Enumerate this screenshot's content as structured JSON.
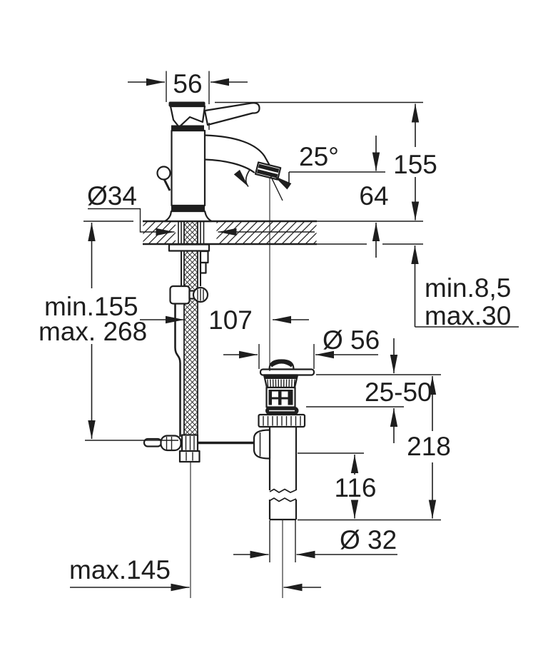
{
  "drawing": {
    "background": "#ffffff",
    "line_color": "#1e1e1e",
    "labels": {
      "spout_width": "56",
      "spout_angle": "25°",
      "total_height": "155",
      "outlet_height": "64",
      "hole_diameter": "Ø34",
      "hose_min": "min.155",
      "hose_max": "max. 268",
      "spout_projection": "107",
      "deck_thickness_min": "min.8,5",
      "deck_thickness_max": "max.30",
      "waste_flange_diameter": "Ø 56",
      "waste_clamp_range": "25-50",
      "waste_height": "218",
      "tailpipe_length": "116",
      "tailpipe_diameter": "Ø 32",
      "rod_reach": "max.145"
    }
  }
}
